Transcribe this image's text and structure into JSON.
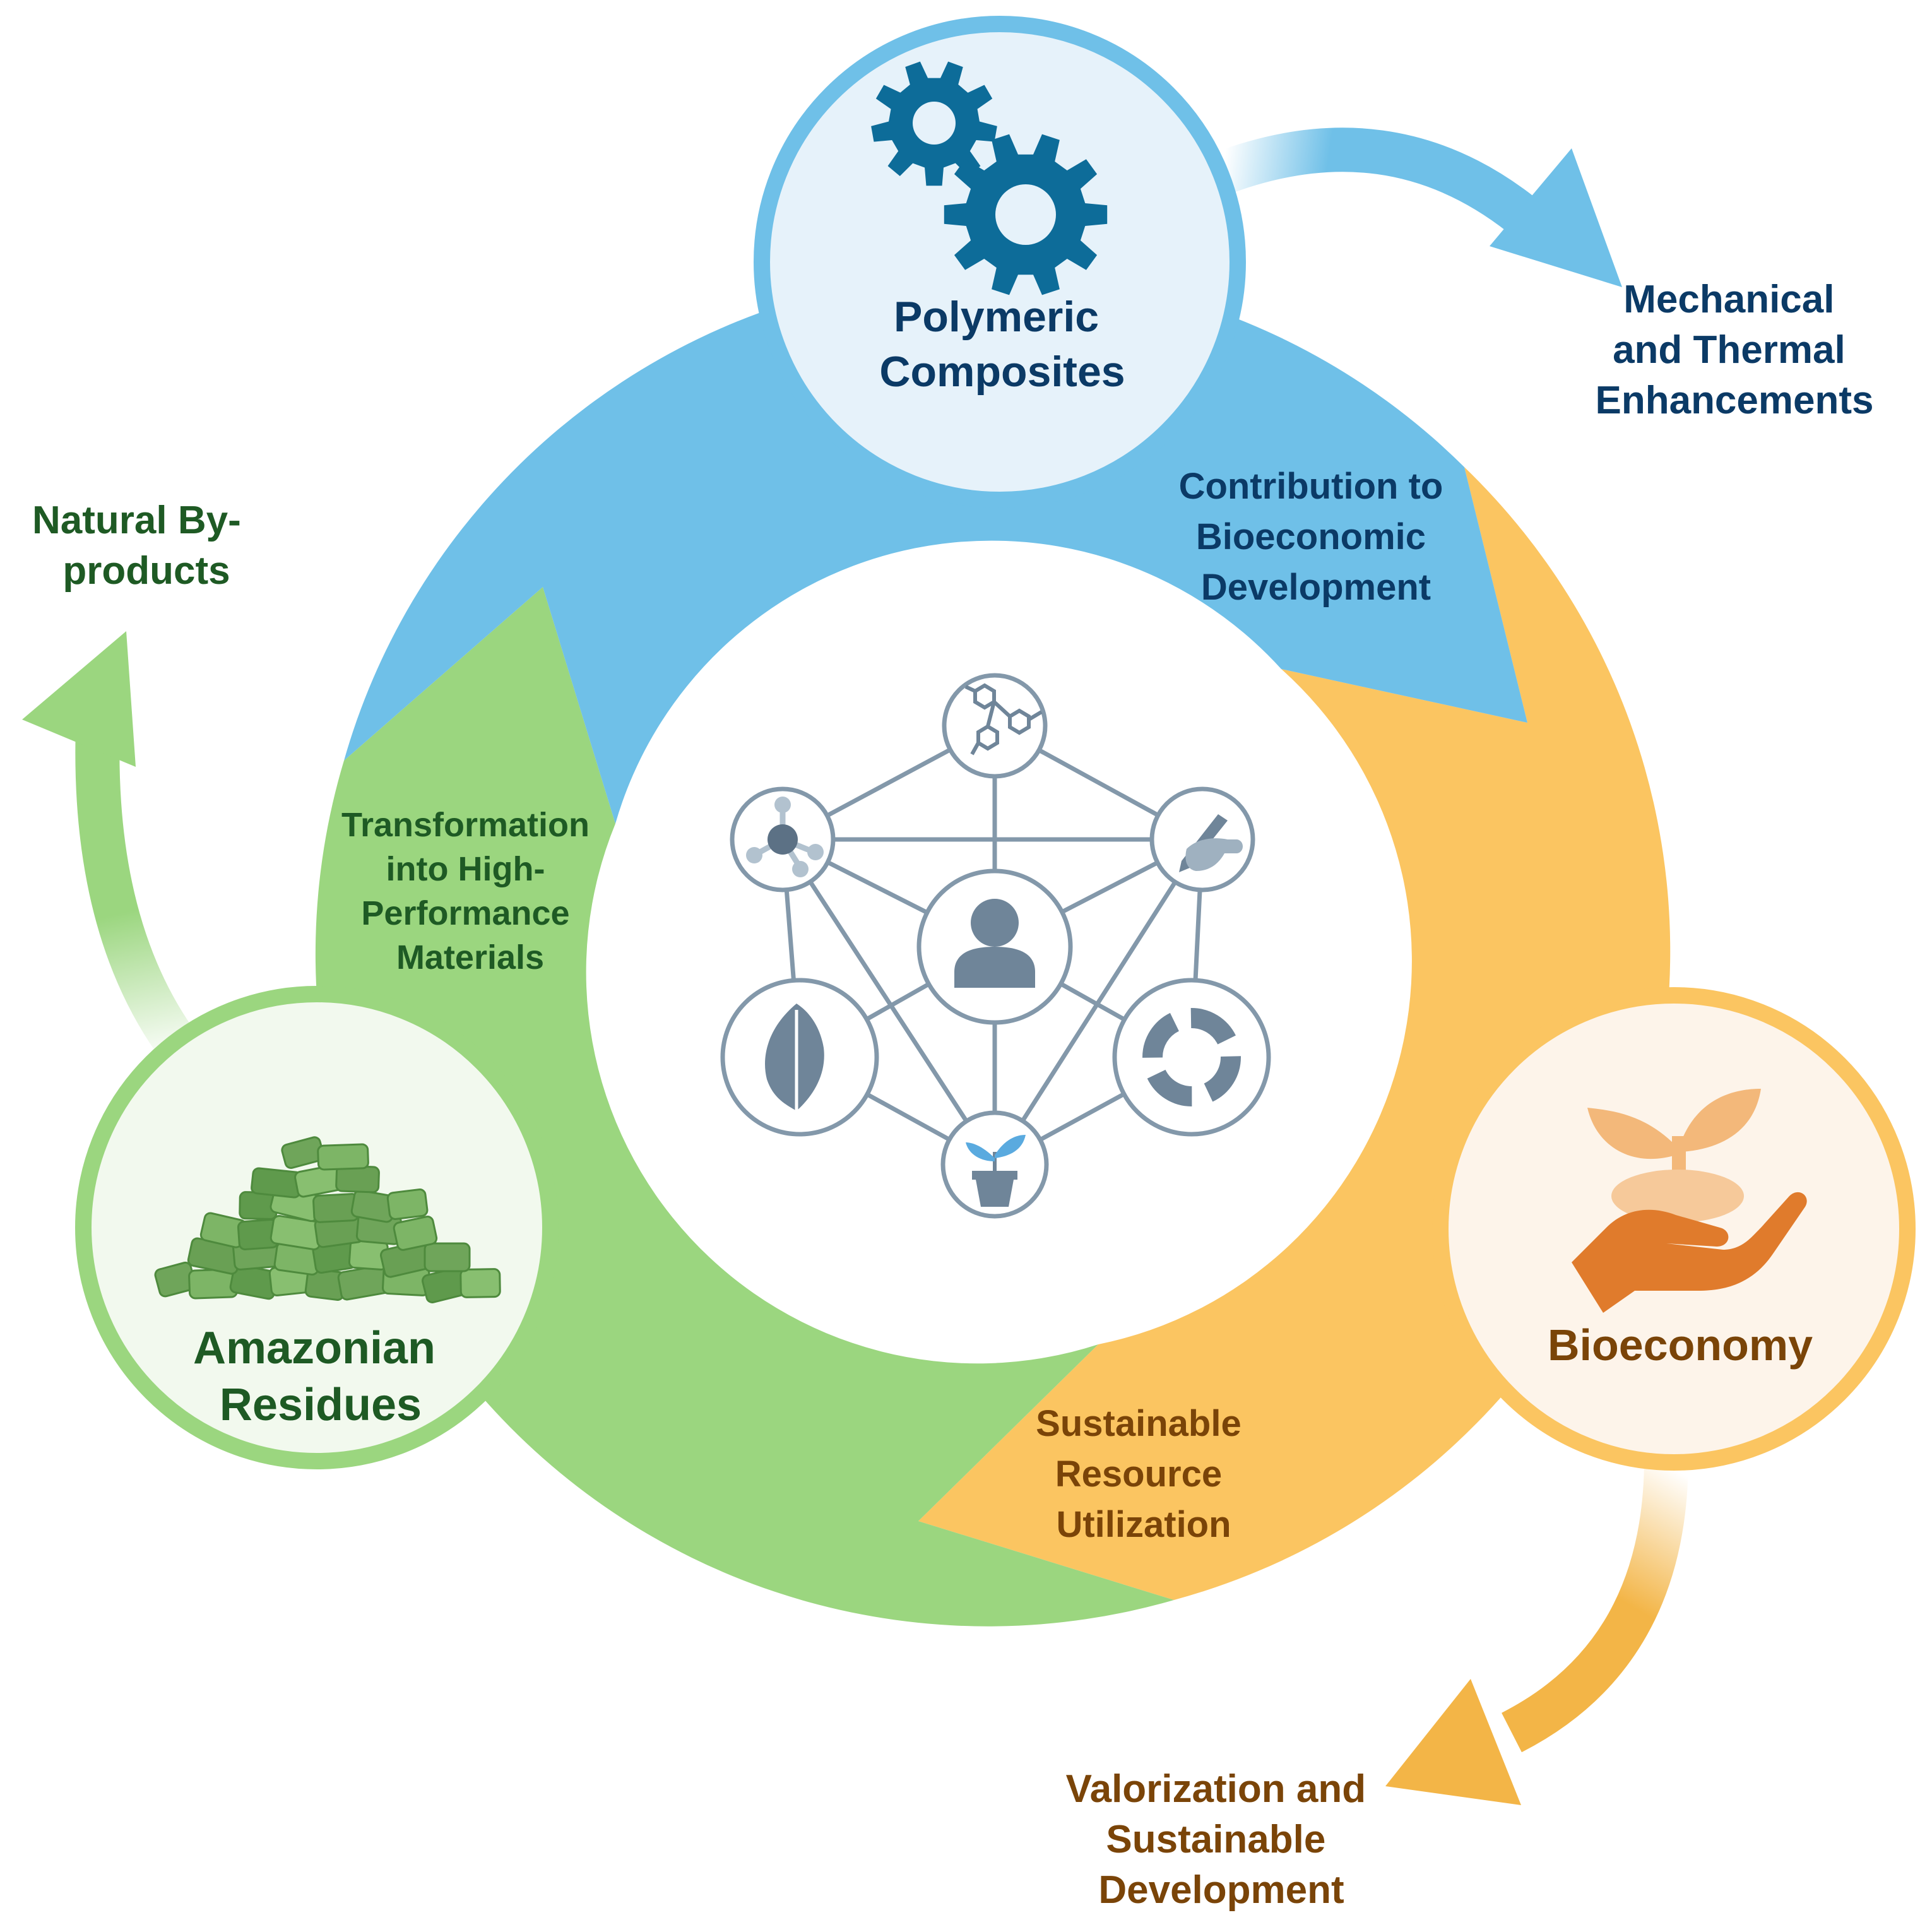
{
  "nodes": {
    "polymeric": {
      "line1": "Polymeric",
      "line2": "Composites"
    },
    "amazonian": {
      "line1": "Amazonian",
      "line2": "Residues"
    },
    "bioeconomy": {
      "line1": "Bioeconomy"
    }
  },
  "ring_labels": {
    "contribution": [
      "Contribution to",
      "Bioeconomic",
      "Development"
    ],
    "transformation": [
      "Transformation",
      "into High-",
      "Performance",
      "Materials"
    ],
    "sustainable": [
      "Sustainable",
      "Resource",
      "Utilization"
    ]
  },
  "outcomes": {
    "mechanical": [
      "Mechanical",
      "and Thermal",
      "Enhancements"
    ],
    "natural": [
      "Natural By-",
      "products"
    ],
    "valorization": [
      "Valorization and",
      "Sustainable",
      "Development"
    ]
  },
  "colors": {
    "blue": "#6fc0e8",
    "green": "#9bd67f",
    "orange": "#fbc561",
    "navy": "#0b3a66",
    "gear": "#0d6c99",
    "dark_green": "#1e5a24",
    "brown": "#7a4408",
    "network": "#8398aa",
    "icon_gray": "#6f8599"
  },
  "icons": {
    "polymeric": "gears-icon",
    "amazonian": "residue-pile-icon",
    "bioeconomy": "hand-sprout-icon",
    "network_center": "person-icon",
    "network_nodes": [
      "molecule-chain-icon",
      "molecule-icon",
      "hand-writing-icon",
      "leaf-icon",
      "recycle-icon",
      "potted-plant-icon"
    ]
  }
}
